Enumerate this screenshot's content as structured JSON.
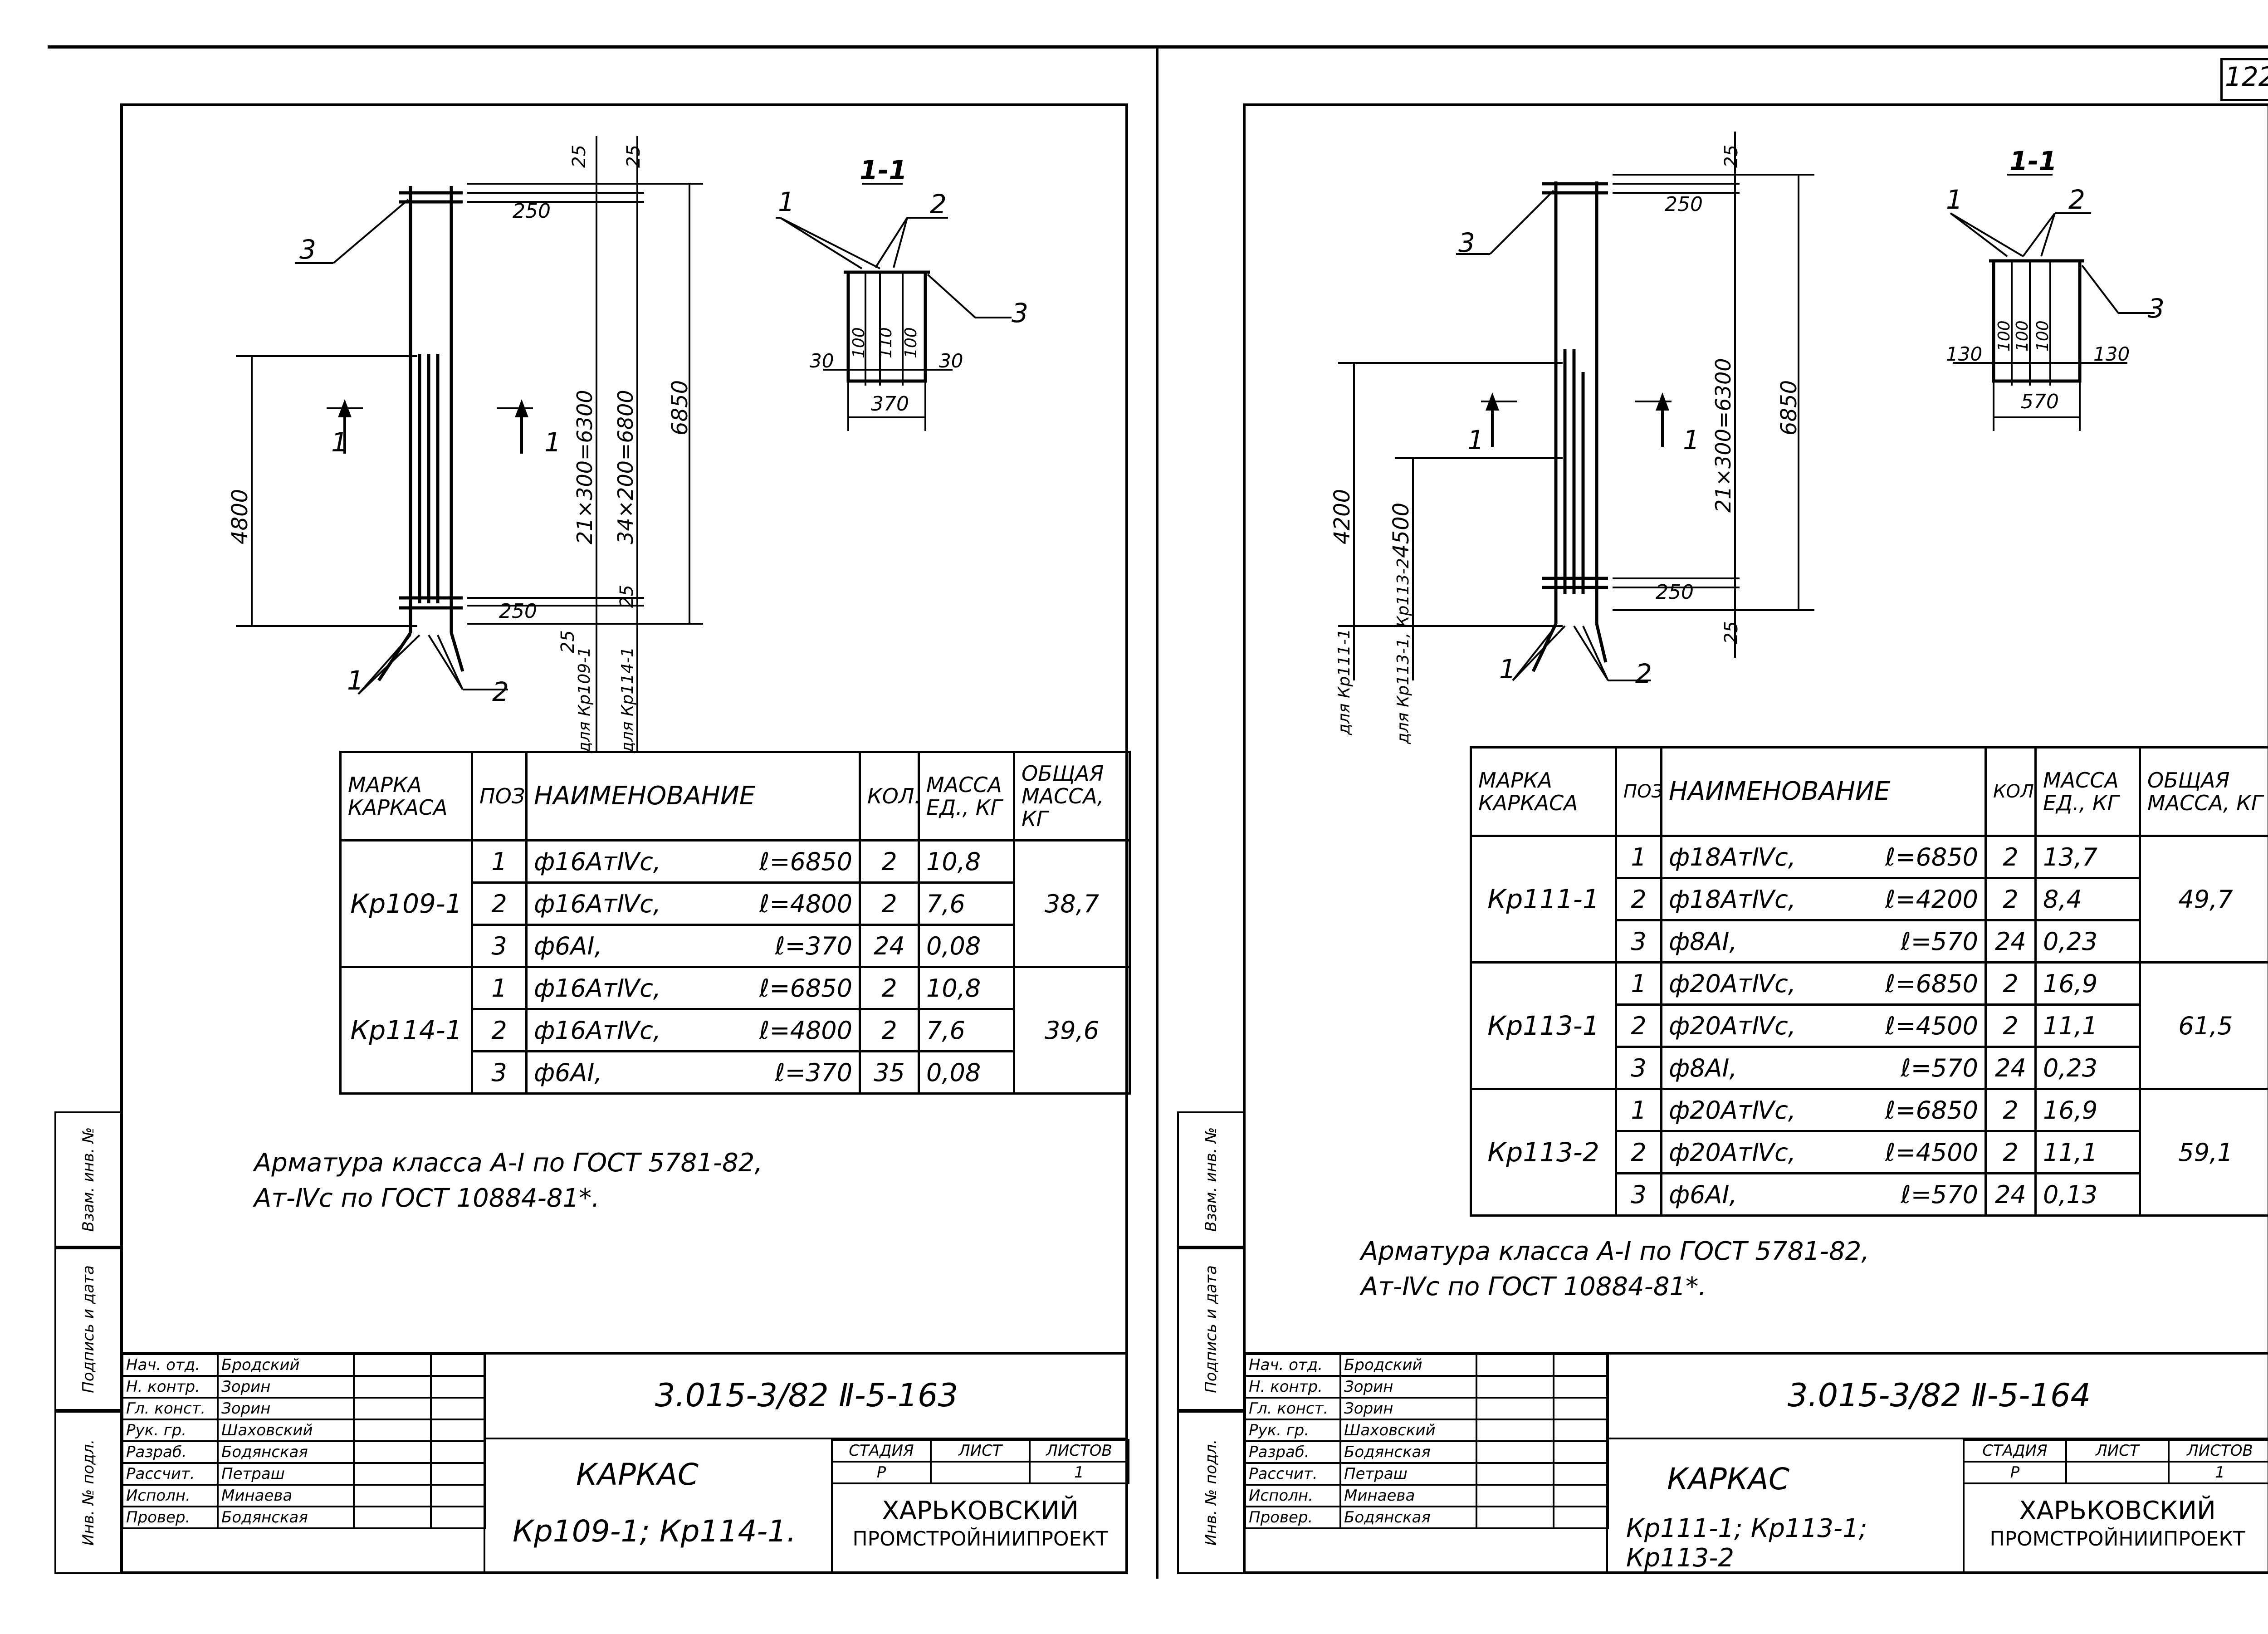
{
  "page_number": "122",
  "left": {
    "section": {
      "title": "1-1",
      "pos1": "1",
      "pos2": "2",
      "pos3": "3",
      "d100a": "100",
      "d110": "110",
      "d100b": "100",
      "d30a": "30",
      "d30b": "30",
      "d370": "370"
    },
    "elev": {
      "pos3": "3",
      "pos1": "1",
      "pos2": "2",
      "cut": "1",
      "d25a": "25",
      "d25b": "25",
      "d250a": "250",
      "d250b": "250",
      "d21x300": "21×300=6300",
      "d34x200": "34×200=6800",
      "d6850": "6850",
      "d4800": "4800",
      "d25c": "25",
      "d25d": "25",
      "for1": "для Кр109-1",
      "for2": "для Кр114-1"
    },
    "table": {
      "headers": {
        "mark": "МАРКА КАРКАСА",
        "pos": "ПОЗ.",
        "name": "НАИМЕНОВАНИЕ",
        "qty": "КОЛ.",
        "mass": "МАССА ЕД., КГ",
        "total": "ОБЩАЯ МАССА, КГ"
      },
      "groups": [
        {
          "mark": "Кр109-1",
          "total": "38,7",
          "rows": [
            {
              "pos": "1",
              "name": "ф16АтⅣс,",
              "len": "ℓ=6850",
              "qty": "2",
              "mass": "10,8"
            },
            {
              "pos": "2",
              "name": "ф16АтⅣс,",
              "len": "ℓ=4800",
              "qty": "2",
              "mass": "7,6"
            },
            {
              "pos": "3",
              "name": "ф6АⅠ,",
              "len": "ℓ=370",
              "qty": "24",
              "mass": "0,08"
            }
          ]
        },
        {
          "mark": "Кр114-1",
          "total": "39,6",
          "rows": [
            {
              "pos": "1",
              "name": "ф16АтⅣс,",
              "len": "ℓ=6850",
              "qty": "2",
              "mass": "10,8"
            },
            {
              "pos": "2",
              "name": "ф16АтⅣс,",
              "len": "ℓ=4800",
              "qty": "2",
              "mass": "7,6"
            },
            {
              "pos": "3",
              "name": "ф6АⅠ,",
              "len": "ℓ=370",
              "qty": "35",
              "mass": "0,08"
            }
          ]
        }
      ]
    },
    "note": [
      "Арматура класса А-Ⅰ по ГОСТ 5781-82,",
      "Ат-Ⅳс по ГОСТ 10884-81*."
    ],
    "stamp": {
      "code": "3.015-3/82 Ⅱ-5-163",
      "roles": [
        {
          "role": "Нач. отд.",
          "name": "Бродский"
        },
        {
          "role": "Н. контр.",
          "name": "Зорин"
        },
        {
          "role": "Гл. конст.",
          "name": "Зорин"
        },
        {
          "role": "Рук. гр.",
          "name": "Шаховский"
        },
        {
          "role": "Разраб.",
          "name": "Бодянская"
        },
        {
          "role": "Рассчит.",
          "name": "Петраш"
        },
        {
          "role": "Исполн.",
          "name": "Минаева"
        },
        {
          "role": "Провер.",
          "name": "Бодянская"
        }
      ],
      "title": "КАРКАС",
      "subtitle": "Кр109-1; Кр114-1.",
      "stage_h": "СТАДИЯ",
      "sheet_h": "ЛИСТ",
      "sheets_h": "ЛИСТОВ",
      "stage": "Р",
      "sheet": "",
      "sheets": "1",
      "org1": "ХАРЬКОВСКИЙ",
      "org2": "ПРОМСТРОЙНИИПРОЕКТ"
    },
    "side": [
      "Взам. инв. №",
      "Подпись и дата",
      "Инв. № подл."
    ]
  },
  "right": {
    "section": {
      "title": "1-1",
      "pos1": "1",
      "pos2": "2",
      "pos3": "3",
      "d100a": "100",
      "d100b": "100",
      "d100c": "100",
      "d130a": "130",
      "d130b": "130",
      "d570": "570"
    },
    "elev": {
      "pos3": "3",
      "pos1": "1",
      "pos2": "2",
      "cut": "1",
      "d25a": "25",
      "d25b": "25",
      "d250a": "250",
      "d250b": "250",
      "d21x300": "21×300=6300",
      "d6850": "6850",
      "d4200": "4200",
      "d4500": "4500",
      "for1": "для Кр111-1",
      "for2": "для Кр113-1, Кр113-2"
    },
    "table": {
      "headers": {
        "mark": "МАРКА КАРКАСА",
        "pos": "ПОЗ.",
        "name": "НАИМЕНОВАНИЕ",
        "qty": "КОЛ.",
        "mass": "МАССА ЕД., КГ",
        "total": "ОБЩАЯ МАССА, КГ"
      },
      "groups": [
        {
          "mark": "Кр111-1",
          "total": "49,7",
          "rows": [
            {
              "pos": "1",
              "name": "ф18АтⅣс,",
              "len": "ℓ=6850",
              "qty": "2",
              "mass": "13,7"
            },
            {
              "pos": "2",
              "name": "ф18АтⅣс,",
              "len": "ℓ=4200",
              "qty": "2",
              "mass": "8,4"
            },
            {
              "pos": "3",
              "name": "ф8АⅠ,",
              "len": "ℓ=570",
              "qty": "24",
              "mass": "0,23"
            }
          ]
        },
        {
          "mark": "Кр113-1",
          "total": "61,5",
          "rows": [
            {
              "pos": "1",
              "name": "ф20АтⅣс,",
              "len": "ℓ=6850",
              "qty": "2",
              "mass": "16,9"
            },
            {
              "pos": "2",
              "name": "ф20АтⅣс,",
              "len": "ℓ=4500",
              "qty": "2",
              "mass": "11,1"
            },
            {
              "pos": "3",
              "name": "ф8АⅠ,",
              "len": "ℓ=570",
              "qty": "24",
              "mass": "0,23"
            }
          ]
        },
        {
          "mark": "Кр113-2",
          "total": "59,1",
          "rows": [
            {
              "pos": "1",
              "name": "ф20АтⅣс,",
              "len": "ℓ=6850",
              "qty": "2",
              "mass": "16,9"
            },
            {
              "pos": "2",
              "name": "ф20АтⅣс,",
              "len": "ℓ=4500",
              "qty": "2",
              "mass": "11,1"
            },
            {
              "pos": "3",
              "name": "ф6АⅠ,",
              "len": "ℓ=570",
              "qty": "24",
              "mass": "0,13"
            }
          ]
        }
      ]
    },
    "note": [
      "Арматура класса А-Ⅰ по ГОСТ 5781-82,",
      "Ат-Ⅳс по ГОСТ 10884-81*."
    ],
    "stamp": {
      "code": "3.015-3/82 Ⅱ-5-164",
      "roles": [
        {
          "role": "Нач. отд.",
          "name": "Бродский"
        },
        {
          "role": "Н. контр.",
          "name": "Зорин"
        },
        {
          "role": "Гл. конст.",
          "name": "Зорин"
        },
        {
          "role": "Рук. гр.",
          "name": "Шаховский"
        },
        {
          "role": "Разраб.",
          "name": "Бодянская"
        },
        {
          "role": "Рассчит.",
          "name": "Петраш"
        },
        {
          "role": "Исполн.",
          "name": "Минаева"
        },
        {
          "role": "Провер.",
          "name": "Бодянская"
        }
      ],
      "title": "КАРКАС",
      "subtitle": "Кр111-1; Кр113-1; Кр113-2",
      "stage_h": "СТАДИЯ",
      "sheet_h": "ЛИСТ",
      "sheets_h": "ЛИСТОВ",
      "stage": "Р",
      "sheet": "",
      "sheets": "1",
      "org1": "ХАРЬКОВСКИЙ",
      "org2": "ПРОМСТРОЙНИИПРОЕКТ"
    },
    "side": [
      "Взам. инв. №",
      "Подпись и дата",
      "Инв. № подл."
    ]
  }
}
